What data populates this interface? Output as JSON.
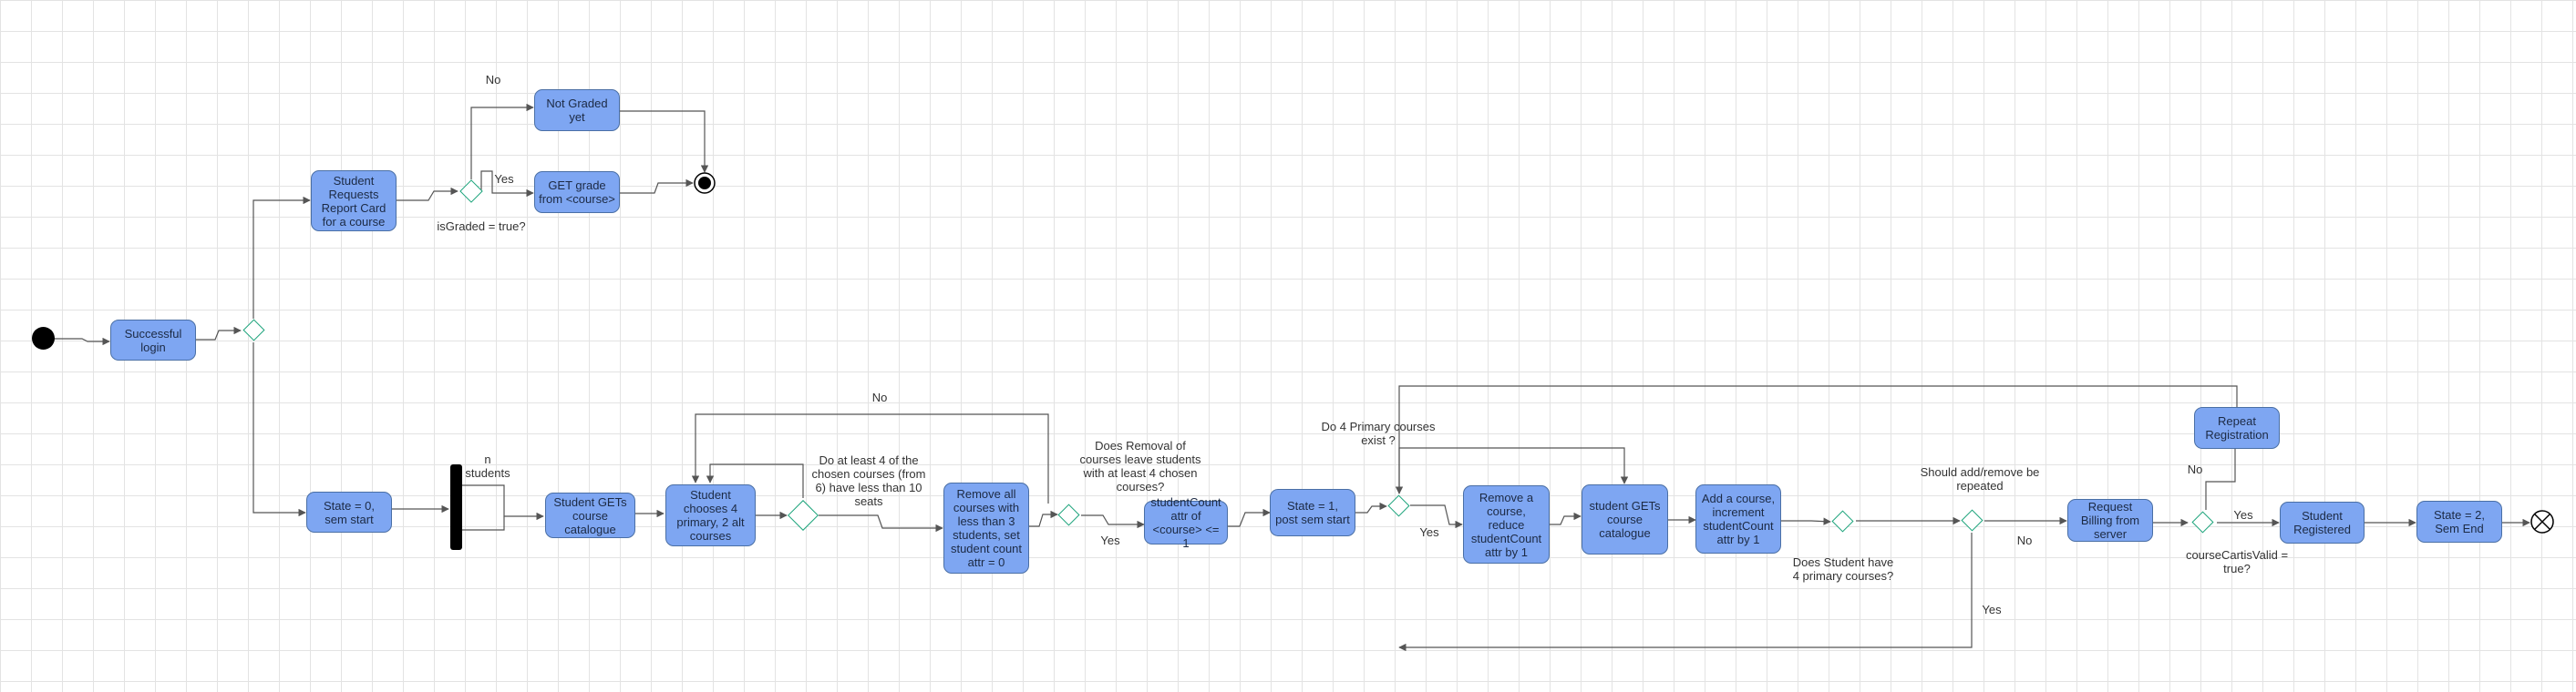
{
  "colors": {
    "node_fill": "#7ea6f2",
    "node_border": "#4a6fa5",
    "decision_border": "#1aa37a",
    "edge": "#555555"
  },
  "nodes": {
    "login": "Successful login",
    "report_card": "Student Requests Report Card for a course",
    "not_graded": "Not Graded yet",
    "get_grade": "GET grade from <course>",
    "state0": "State = 0, sem start",
    "get_catalogue1": "Student GETs course catalogue",
    "chooses": "Student chooses 4 primary, 2 alt courses",
    "remove_all": "Remove all courses with less than 3 students, set student count attr = 0",
    "student_count": "studentCount attr of <course> <= 1",
    "state1": "State = 1, post sem start",
    "remove_course": "Remove a course, reduce studentCount attr by 1",
    "get_catalogue2": "student GETs course catalogue",
    "add_course": "Add a course, increment studentCount attr by 1",
    "billing": "Request Billing from server",
    "repeat": "Repeat Registration",
    "registered": "Student Registered",
    "state2": "State = 2, Sem End"
  },
  "labels": {
    "no_top": "No",
    "yes_grade": "Yes",
    "is_graded": "isGraded = true?",
    "n_students": "n students",
    "no_mid": "No",
    "four_chosen": "Do at least 4 of the chosen courses (from 6) have less than 10 seats",
    "removal_q": "Does Removal of courses leave students with at least 4 chosen courses?",
    "yes_removal": "Yes",
    "four_primary_exist": "Do 4 Primary courses exist ?",
    "yes_primary": "Yes",
    "have_four": "Does Student have 4 primary courses?",
    "add_remove_q": "Should add/remove be repeated",
    "no_repeat": "No",
    "yes_repeat": "Yes",
    "no_cart": "No",
    "yes_cart": "Yes",
    "cart_valid": "courseCartisValid = true?"
  }
}
